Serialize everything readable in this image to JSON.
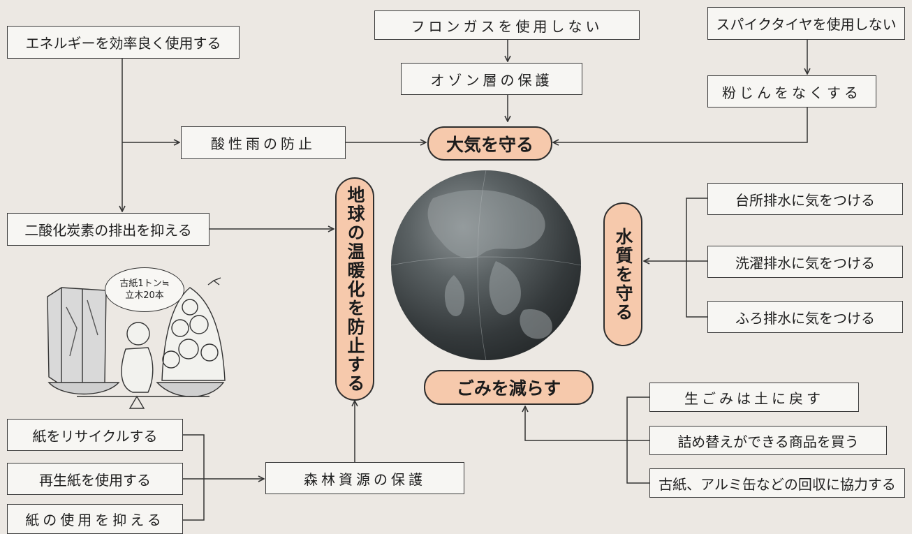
{
  "hubs": {
    "atmosphere": "大気を守る",
    "global_warming": "地球の温暖化を防止する",
    "water_quality": "水質を守る",
    "waste": "ごみを減らす"
  },
  "boxes": {
    "efficient_energy": "エネルギーを効率良く使用する",
    "acid_rain": "酸性雨の防止",
    "co2": "二酸化炭素の排出を抑える",
    "no_freon": "フロンガスを使用しない",
    "ozone": "オゾン層の保護",
    "no_spike_tires": "スパイクタイヤを使用しない",
    "dust": "粉じんをなくする",
    "kitchen_drain": "台所排水に気をつける",
    "laundry_drain": "洗濯排水に気をつける",
    "bath_drain": "ふろ排水に気をつける",
    "food_waste": "生ごみは土に戻す",
    "refill_products": "詰め替えができる商品を買う",
    "recycling_cooperate": "古紙、アルミ缶などの回収に協力する",
    "recycle_paper": "紙をリサイクルする",
    "use_recycled_paper": "再生紙を使用する",
    "reduce_paper": "紙の使用を抑える",
    "forest": "森林資源の保護"
  },
  "illustration": {
    "bubble_line1": "古紙1トン≒",
    "bubble_line2": "立木20本"
  }
}
